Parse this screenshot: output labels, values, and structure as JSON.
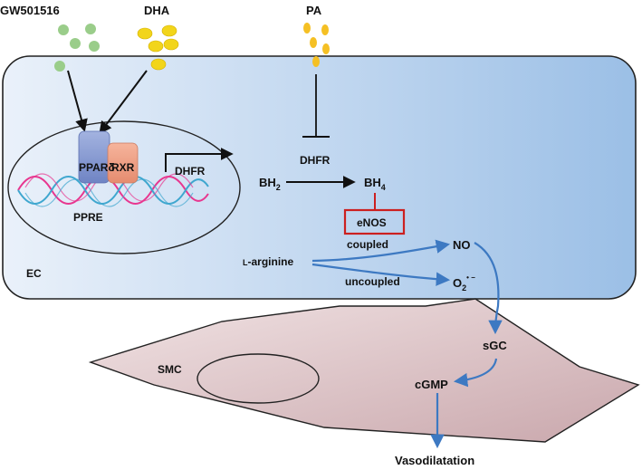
{
  "inputs": {
    "gw501516": "GW501516",
    "dha": "DHA",
    "pa": "PA"
  },
  "cell_labels": {
    "ec": "EC",
    "smc": "SMC"
  },
  "nucleus": {
    "receptor_ppar": "PPARδ",
    "receptor_rxr": "RXR",
    "element": "PPRE",
    "target_gene": "DHFR"
  },
  "pathway": {
    "dhfr_enzyme": "DHFR",
    "bh2_main": "BH",
    "bh2_sub": "2",
    "bh4_main": "BH",
    "bh4_sub": "4",
    "enos": "eNOS",
    "coupled": "coupled",
    "uncoupled": "uncoupled",
    "arginine_prefix": "L",
    "arginine_suffix": "-arginine",
    "no": "NO",
    "superoxide_main": "O",
    "superoxide_sub": "2",
    "superoxide_sup": "• −",
    "sgc": "sGC",
    "cgmp": "cGMP",
    "outcome": "Vasodilatation"
  },
  "colors": {
    "gw_dots": "#9acd8a",
    "dha_dots": "#f2d51b",
    "pa_dots": "#f5c024",
    "ec_fill_left": "#e8f0fa",
    "ec_fill_right": "#9dc0e6",
    "ppar_fill": "#8fa3d6",
    "rxr_fill": "#f0a288",
    "dna_pink": "#e8368f",
    "dna_blue": "#3fa7cf",
    "enos_border": "#cc2020",
    "flow_arrow": "#3d79c2",
    "smc_fill": "#e7d3d5"
  }
}
